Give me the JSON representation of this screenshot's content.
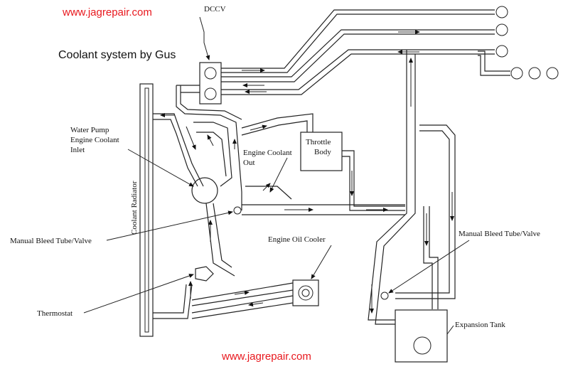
{
  "watermark": {
    "top": "www.jagrepair.com",
    "bottom": "www.jagrepair.com",
    "color": "#e8181e"
  },
  "title": "Coolant system by Gus",
  "labels": {
    "dccv": "DCCV",
    "water_pump_1": "Water Pump",
    "water_pump_2": "Engine Coolant",
    "water_pump_3": "Inlet",
    "engine_coolant_out_1": "Engine Coolant",
    "engine_coolant_out_2": "Out",
    "throttle_body_1": "Throttle",
    "throttle_body_2": "Body",
    "coolant_radiator": "Coolant Radiator",
    "manual_bleed_left": "Manual Bleed Tube/Valve",
    "manual_bleed_right": "Manual Bleed Tube/Valve",
    "engine_oil_cooler": "Engine Oil Cooler",
    "thermostat": "Thermostat",
    "expansion_tank": "Expansion Tank"
  },
  "colors": {
    "line": "#222222",
    "text": "#111111"
  }
}
